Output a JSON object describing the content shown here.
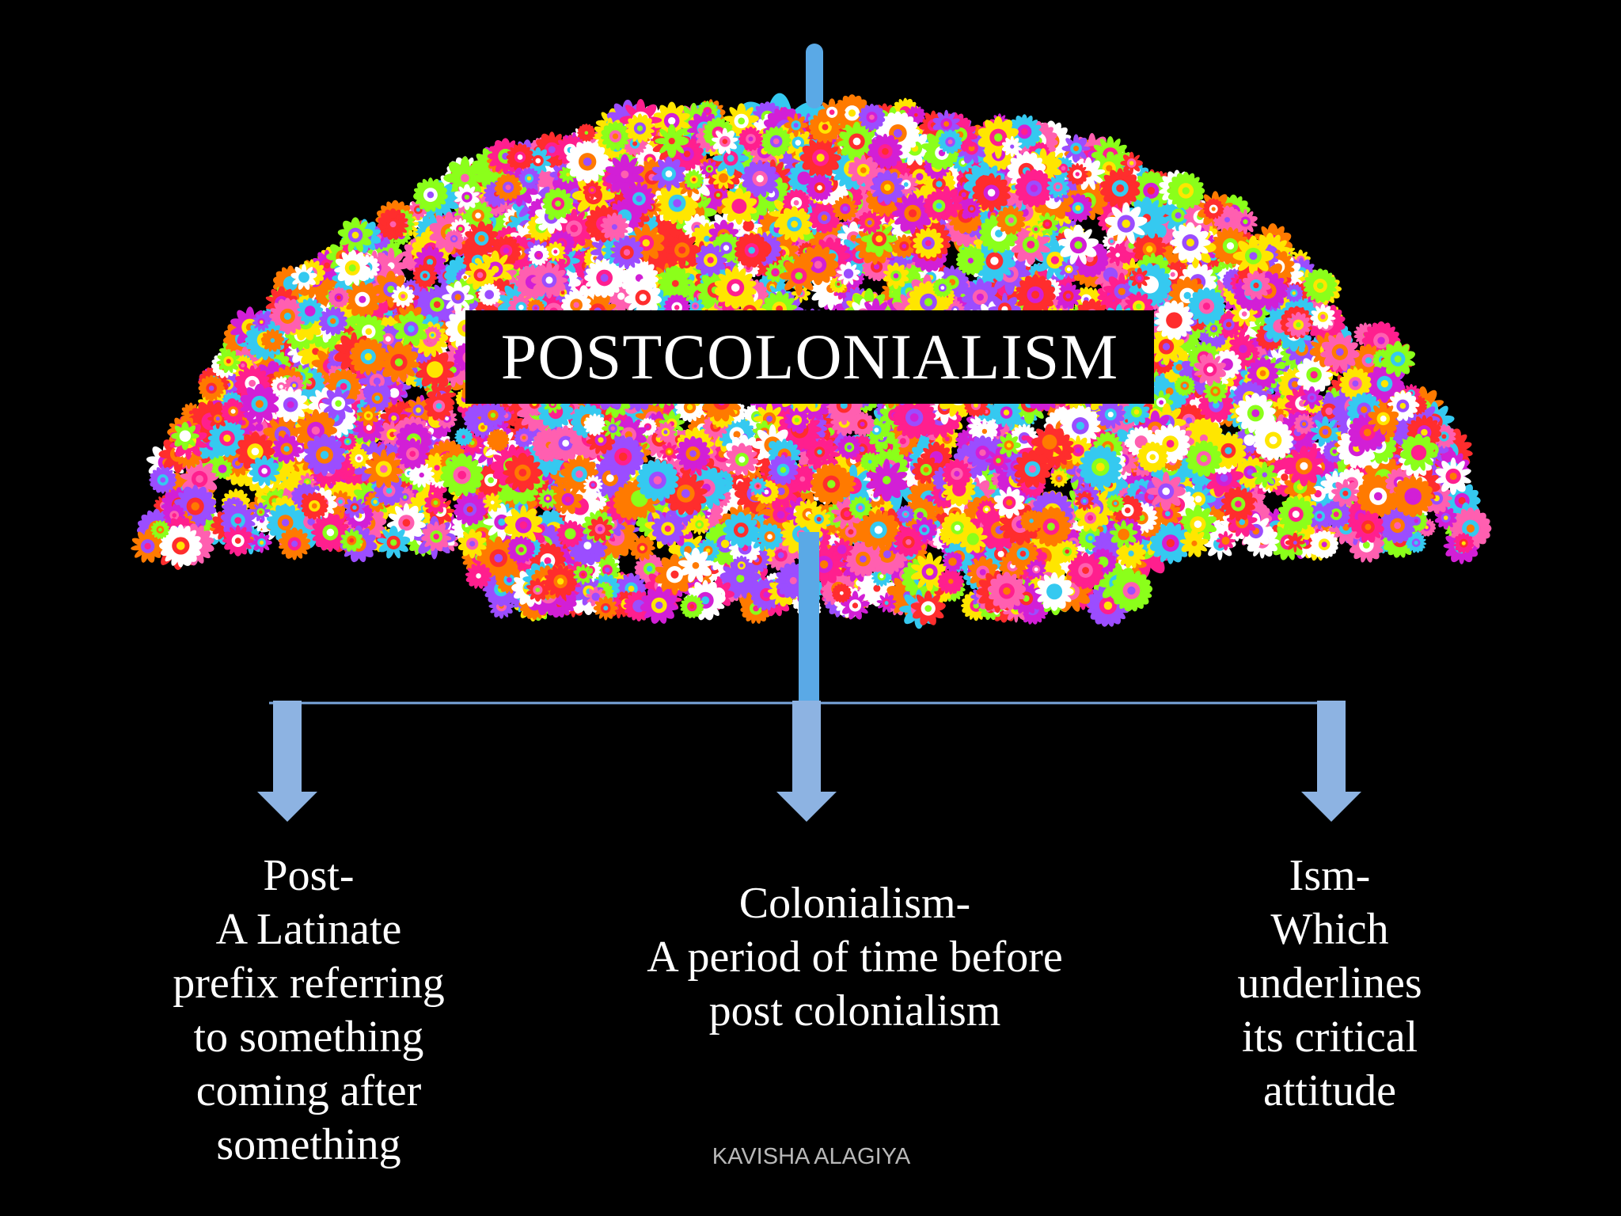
{
  "diagram": {
    "title": "POSTCOLONIALISM",
    "branches": [
      {
        "id": "post",
        "text": "Post-\nA Latinate\nprefix referring\nto something\ncoming after\nsomething"
      },
      {
        "id": "colonialism",
        "text": "Colonialism-\nA period of time before\npost colonialism"
      },
      {
        "id": "ism",
        "text": "Ism-\nWhich\nunderlines\nits critical\nattitude"
      }
    ],
    "credit": "KAVISHA ALAGIYA"
  },
  "colors": {
    "background": "#000000",
    "shaft": "#5aa9e6",
    "arrow": "#8db3e2",
    "connector": "#7aa6dc",
    "petals": [
      "#ff1f8e",
      "#ffe600",
      "#35c9f0",
      "#8bff1a",
      "#ff7a00",
      "#d21fd6",
      "#ff2d2d",
      "#ffffff",
      "#9b4dff",
      "#ff5fb0"
    ]
  }
}
